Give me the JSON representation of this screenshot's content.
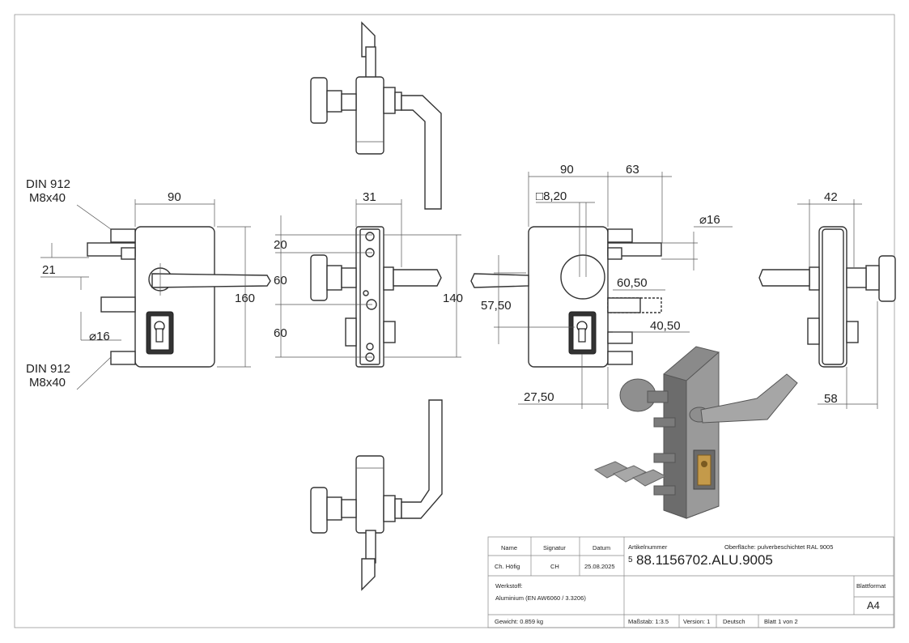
{
  "dimensions": {
    "front": {
      "width": "90",
      "height": "160",
      "offset": "21",
      "diameter": "16",
      "screw_top_line1": "DIN 912",
      "screw_top_line2": "M8x40",
      "screw_bottom_line1": "DIN 912",
      "screw_bottom_line2": "M8x40"
    },
    "side": {
      "thickness": "31",
      "d20": "20",
      "d60a": "60",
      "d60b": "60",
      "height": "140"
    },
    "rear": {
      "width": "90",
      "d63": "63",
      "square": "8,20",
      "diameter": "16",
      "d57": "57,50",
      "d60": "60,50",
      "d40": "40,50",
      "d27": "27,50"
    },
    "right": {
      "d42": "42",
      "d58": "58"
    }
  },
  "titleblock": {
    "col_name": "Name",
    "col_signature": "Signatur",
    "col_date": "Datum",
    "name": "Ch. Höfig",
    "signature": "CH",
    "date": "25.08.2025",
    "article_label": "Artikelnummer",
    "surface": "Oberfläche:  pulverbeschichtet RAL 9005",
    "article_prefix": "5",
    "article_number": "88.1156702.ALU.9005",
    "material_label": "Werkstoff:",
    "material": "Aluminium (EN AW6060 / 3.3206)",
    "format_label": "Blattformat",
    "format": "A4",
    "weight": "Gewicht: 0.859 kg",
    "scale": "Maßstab: 1:3.5",
    "version": "Version: 1",
    "language": "Deutsch",
    "sheet": "Blatt 1 von 2"
  }
}
